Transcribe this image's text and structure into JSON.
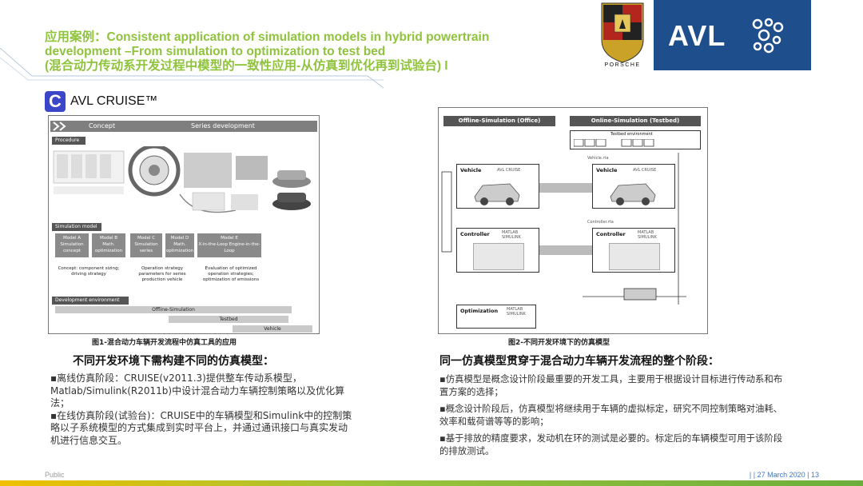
{
  "header": {
    "title_line1": "应用案例：Consistent application of simulation models in hybrid powertrain",
    "title_line2": "development –From simulation to optimization to test bed",
    "title_line3": "(混合动力传动系开发过程中模型的一致性应用-从仿真到优化再到试验台) I"
  },
  "logos": {
    "porsche_text": "PORSCHE",
    "avl_text": "AVL",
    "cruise_letter": "C",
    "cruise_text": "AVL CRUISE™"
  },
  "figure1": {
    "header_left": "Concept",
    "header_right": "Series development",
    "procedure_label": "Procedure",
    "simulation_model_label": "Simulation model",
    "modules": [
      {
        "name": "Model A",
        "desc": "Simulation concept"
      },
      {
        "name": "Model B",
        "desc": "Math. optimization"
      },
      {
        "name": "Model C",
        "desc": "Simulation series"
      },
      {
        "name": "Model D",
        "desc": "Math. optimization"
      },
      {
        "name": "Model E",
        "desc": "X-in-the-Loop Engine-in-the-Loop"
      }
    ],
    "descriptions": [
      "Concept: component sizing; driving strategy",
      "Operation strategy parameters for series production vehicle",
      "Evaluation of optimized operation strategies; optimization of emissions"
    ],
    "dev_env_label": "Development environment",
    "bar_offline": "Offline-Simulation",
    "bar_testbed": "Testbed",
    "bar_vehicle": "Vehicle",
    "caption": "图1-混合动力车辆开发流程中仿真工具的应用"
  },
  "figure2": {
    "col_offline": "Offline-Simulation (Office)",
    "col_online": "Online-Simulation (Testbed)",
    "testbed_env": "Testbed environment",
    "vehicle_label": "Vehicle",
    "avl_cruise_label": "AVL CRUISE",
    "controller_label": "Controller",
    "optimization_label": "Optimization",
    "matlab_label": "MATLAB SIMULINK",
    "vehicle_rta": "Vehicle.rta",
    "controller_rta": "Controller.rta",
    "caption": "图2-不同开发环境下的仿真模型"
  },
  "section_left": {
    "title": "不同开发环境下需构建不同的仿真模型：",
    "paragraphs": [
      "▪离线仿真阶段：CRUISE(v2011.3)提供整车传动系模型，Matlab/Simulink(R2011b)中设计混合动力车辆控制策略以及优化算法；",
      "▪在线仿真阶段(试验台)：CRUISE中的车辆模型和Simulink中的控制策略以子系统模型的方式集成到实时平台上，并通过通讯接口与真实发动机进行信息交互。"
    ]
  },
  "section_right": {
    "title": "同一仿真模型贯穿于混合动力车辆开发流程的整个阶段：",
    "paragraphs": [
      "▪仿真模型是概念设计阶段最重要的开发工具，主要用于根据设计目标进行传动系和布置方案的选择；",
      "▪概念设计阶段后，仿真模型将继续用于车辆的虚拟标定，研究不同控制策略对油耗、效率和载荷谱等等的影响；",
      "▪基于排放的精度要求，发动机在环的测试是必要的。标定后的车辆模型可用于该阶段的排放测试。"
    ]
  },
  "footer": {
    "left": "Public",
    "right": "|  | 27 March 2020 | 13"
  },
  "colors": {
    "title_green": "#8fc33c",
    "avl_blue": "#1f4e8c",
    "cruise_blue": "#3b46c8"
  }
}
